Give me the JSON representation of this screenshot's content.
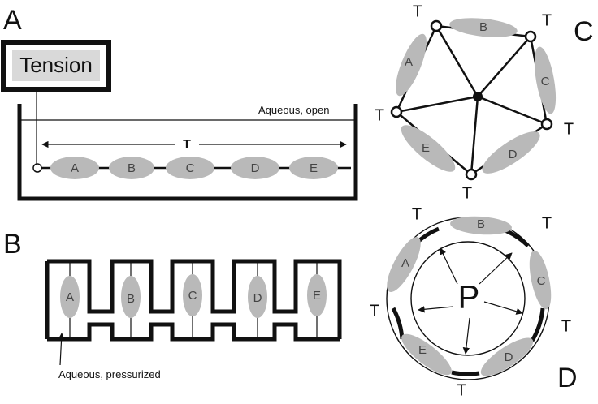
{
  "panels": {
    "a": {
      "letter": "A",
      "tension_label": "Tension",
      "medium_label": "Aqueous, open",
      "span_label": "T",
      "cells": [
        "A",
        "B",
        "C",
        "D",
        "E"
      ]
    },
    "b": {
      "letter": "B",
      "medium_label": "Aqueous, pressurized",
      "cells": [
        "A",
        "B",
        "C",
        "D",
        "E"
      ]
    },
    "c": {
      "letter": "C",
      "cells": [
        "A",
        "B",
        "C",
        "D",
        "E"
      ],
      "t_labels": [
        "T",
        "T",
        "T",
        "T",
        "T"
      ]
    },
    "d": {
      "letter": "D",
      "cells": [
        "A",
        "B",
        "C",
        "D",
        "E"
      ],
      "pressure_label": "P",
      "t_labels": [
        "T",
        "T",
        "T",
        "T",
        "T"
      ]
    }
  },
  "colors": {
    "cell_fill": "#b9b9b9",
    "stroke": "#111111",
    "tension_box_fill": "#d9d9d9"
  }
}
